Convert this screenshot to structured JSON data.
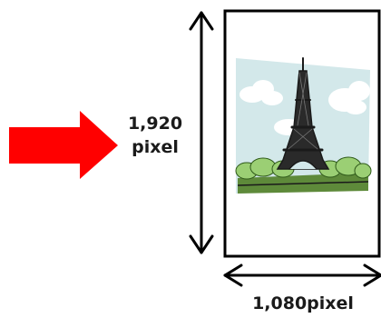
{
  "height": {
    "value": "1,920",
    "unit": "pixel"
  },
  "width": {
    "text": "1,080pixel"
  },
  "colors": {
    "arrow": "#ff0000",
    "frame": "#000000",
    "sky": "#d3e8ea",
    "cloud": "#ffffff",
    "tower": "#1a1a1a",
    "ground": "#5e8a3a",
    "tree": "#9bcf74"
  },
  "icons": {
    "arrow": "right-arrow-icon",
    "picture": "eiffel-tower-picture"
  }
}
